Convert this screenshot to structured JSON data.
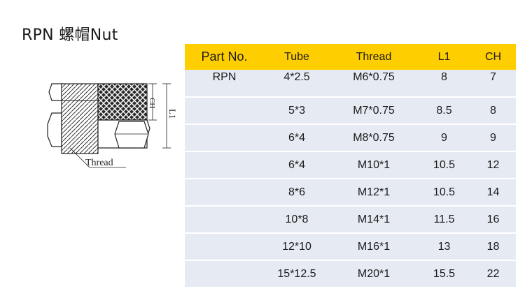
{
  "title": "RPN 螺帽Nut",
  "drawing": {
    "thread_label": "Thread",
    "ch_label": "CH",
    "l1_label": "L1"
  },
  "table": {
    "headers": [
      "Part No.",
      "Tube",
      "Thread",
      "L1",
      "CH"
    ],
    "rows": [
      [
        "RPN",
        "4*2.5",
        "M6*0.75",
        "8",
        "7"
      ],
      [
        "",
        "5*3",
        "M7*0.75",
        "8.5",
        "8"
      ],
      [
        "",
        "6*4",
        "M8*0.75",
        "9",
        "9"
      ],
      [
        "",
        "6*4",
        "M10*1",
        "10.5",
        "12"
      ],
      [
        "",
        "8*6",
        "M12*1",
        "10.5",
        "14"
      ],
      [
        "",
        "10*8",
        "M14*1",
        "11.5",
        "16"
      ],
      [
        "",
        "12*10",
        "M16*1",
        "13",
        "18"
      ],
      [
        "",
        "15*12.5",
        "M20*1",
        "15.5",
        "22"
      ]
    ]
  },
  "colors": {
    "header_bg": "#ffce00",
    "row_bg": "#e6ebf3"
  }
}
